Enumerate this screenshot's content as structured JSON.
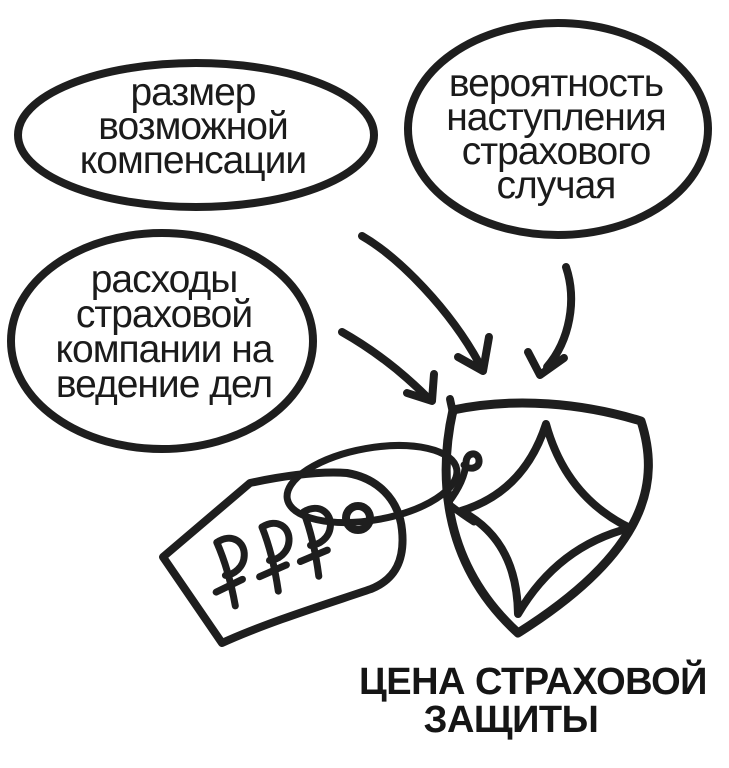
{
  "diagram": {
    "factors": [
      {
        "name": "compensation-size",
        "lines": [
          "размер",
          "возможной",
          "компенсации"
        ]
      },
      {
        "name": "claim-probability",
        "lines": [
          "вероятность",
          "наступления",
          "страхового",
          "случая"
        ]
      },
      {
        "name": "company-expenses",
        "lines": [
          "расходы",
          "страховой",
          "компании на",
          "ведение дел"
        ]
      }
    ],
    "tag": {
      "symbols": "₽₽₽"
    },
    "caption_lines": [
      "ЦЕНА СТРАХОВОЙ",
      "ЗАЩИТЫ"
    ],
    "colors": {
      "ink": "#1e1e1e",
      "star_blue": "#8ec7f1",
      "background": "#ffffff"
    }
  }
}
